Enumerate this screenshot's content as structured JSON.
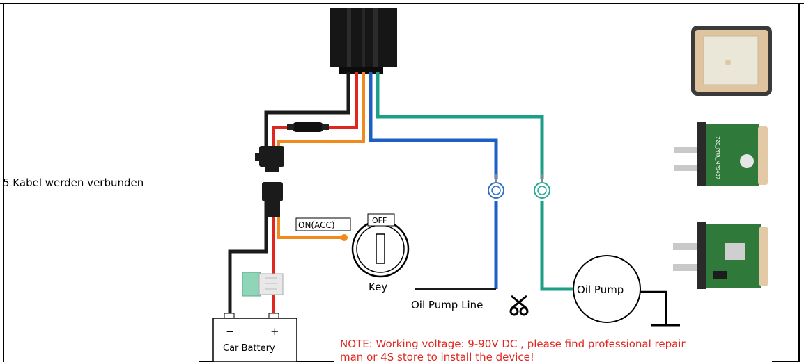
{
  "caption": "5 Kabel werden verbunden",
  "labels": {
    "on_acc": "ON(ACC)",
    "off": "OFF",
    "key": "Key",
    "oil_pump_line": "Oil Pump Line",
    "oil_pump": "Oil Pump",
    "car_battery": "Car Battery",
    "battery_minus": "−",
    "battery_plus": "+",
    "note_line1": "NOTE: Working voltage: 9-90V DC , please find professional repair",
    "note_line2": "man or 4S store to install the device!"
  },
  "pcb_text": "720_PRR_MP9487",
  "colors": {
    "black_wire": "#1a1a1a",
    "red_wire": "#e0271f",
    "orange_wire": "#f08a1c",
    "blue_wire": "#1f5fc4",
    "green_wire": "#1d9e86",
    "note_text": "#e0271f"
  }
}
